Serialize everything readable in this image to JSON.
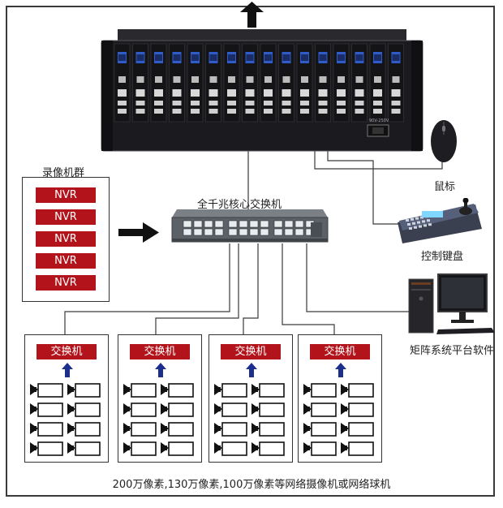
{
  "labels": {
    "core_switch": "全千兆核心交换机",
    "nvr_group": "录像机群",
    "mouse": "鼠标",
    "keyboard": "控制键盘",
    "software": "矩阵系统平台软件",
    "caption": "200万像素,130万像素,100万像素等网络摄像机或网络球机"
  },
  "nvr_items": [
    "NVR",
    "NVR",
    "NVR",
    "NVR",
    "NVR"
  ],
  "access_switches": [
    "交换机",
    "交换机",
    "交换机",
    "交换机"
  ],
  "colors": {
    "accent_red": "#b3141b",
    "arrow_blue": "#1c2f8c",
    "device_dark": "#1b1b1f"
  }
}
